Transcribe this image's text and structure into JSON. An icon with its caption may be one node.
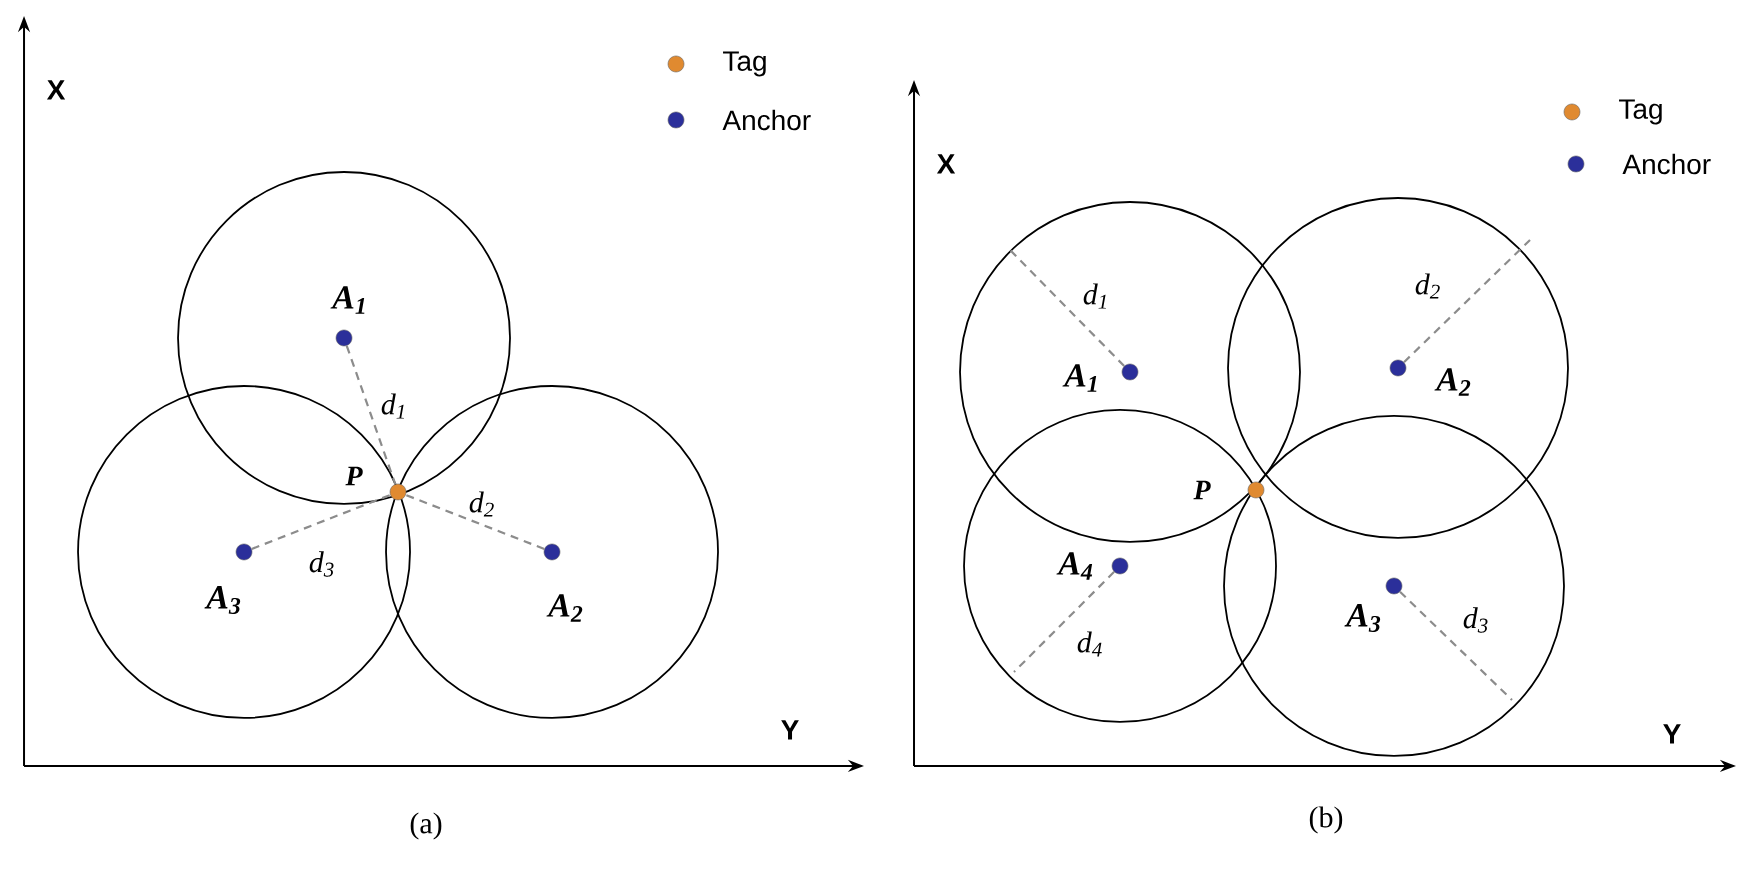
{
  "diagram": {
    "nodes": [
      {
        "text": [],
        "shape": "circle",
        "beside": [
          "A$_{1}$"
        ]
      },
      {
        "text": [],
        "shape": "circle",
        "beside": [
          "P"
        ]
      },
      {
        "text": [],
        "shape": "circle",
        "beside": [
          "A$_{3}$"
        ]
      },
      {
        "text": [],
        "shape": "circle",
        "beside": [
          "A$_{2}$"
        ]
      },
      {
        "text": [],
        "shape": "circle",
        "beside": [
          "A$_{1}$"
        ]
      },
      {
        "text": [],
        "shape": "circle",
        "beside": [
          "A$_{2}$"
        ]
      },
      {
        "text": [],
        "shape": "circle",
        "beside": [
          "P"
        ]
      },
      {
        "text": [],
        "shape": "circle",
        "beside": [
          "A$_{4}$"
        ]
      },
      {
        "text": [],
        "shape": "circle",
        "beside": [
          "A$_{3}$"
        ]
      }
    ],
    "edges": [
      {
        "from": 0,
        "to": 1,
        "arrow": "none",
        "style": "dashed",
        "label": "d$_{1}$"
      },
      {
        "from": 3,
        "to": 1,
        "arrow": "none",
        "style": "dashed",
        "label": "d$_{2}$"
      },
      {
        "from": 2,
        "to": 1,
        "arrow": "none",
        "style": "dashed",
        "label": "d$_{3}$"
      }
    ],
    "labels": [
      "X",
      "Y",
      "(a)",
      "X",
      "d$_{1}$",
      "d$_{2}$",
      "d$_{4}$",
      "d$_{3}$",
      "Y",
      "(b)"
    ],
    "legend": [
      {
        "text": "Tag",
        "color": "#e08a30"
      },
      {
        "text": "Anchor",
        "color": "#2b2f9a"
      },
      {
        "text": "Tag",
        "color": "#e08a30"
      },
      {
        "text": "Anchor",
        "color": "#2b2f9a"
      }
    ]
  }
}
